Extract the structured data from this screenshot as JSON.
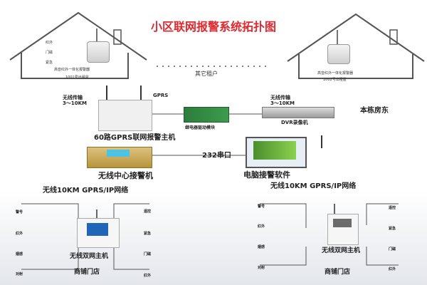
{
  "title": "小区联网报警系统拓扑图",
  "houses": {
    "left": {
      "panel_label": "高音红外一体化报警器",
      "room": "1001号出租屋",
      "icons": [
        "红外",
        "门磁",
        "紧急"
      ]
    },
    "right": {
      "panel_label": "高音红外一体化报警器",
      "room": "1002号出租屋"
    }
  },
  "other_tenants": "其它租户",
  "main_host": {
    "wireless_label_1": "无线传输",
    "wireless_label_2": "3～10KM",
    "gprs": "GPRS",
    "name": "60路GPRS联网报警主机"
  },
  "relay_module": "继电器驱动模块",
  "dvr": {
    "wireless_label_1": "无线传输",
    "wireless_label_2": "3～10KM",
    "name": "DVR录像机"
  },
  "building": "本栋房东",
  "center": {
    "name": "无线中心接警机",
    "link": "232串口"
  },
  "pc_software": "电脑接警软件",
  "networks": {
    "left": "无线10KM  GPRS/IP网络",
    "right": "无线10KM GPRS/IP网络"
  },
  "left_shop": {
    "devices": [
      "警号",
      "红外",
      "烟感",
      "对射"
    ],
    "right_devices": [
      "遥控",
      "紧急",
      "门磁",
      "红外"
    ],
    "host": "无线双网主机",
    "name": "商铺门店"
  },
  "right_shop": {
    "devices": [
      "警号",
      "红外",
      "烟感",
      "对射"
    ],
    "right_devices": [
      "遥控",
      "紧急",
      "门磁",
      "红外"
    ],
    "host": "无线双网主机",
    "name": "商铺门店"
  },
  "colors": {
    "title": "#e0282e",
    "line": "#555555",
    "house": "#555555"
  }
}
